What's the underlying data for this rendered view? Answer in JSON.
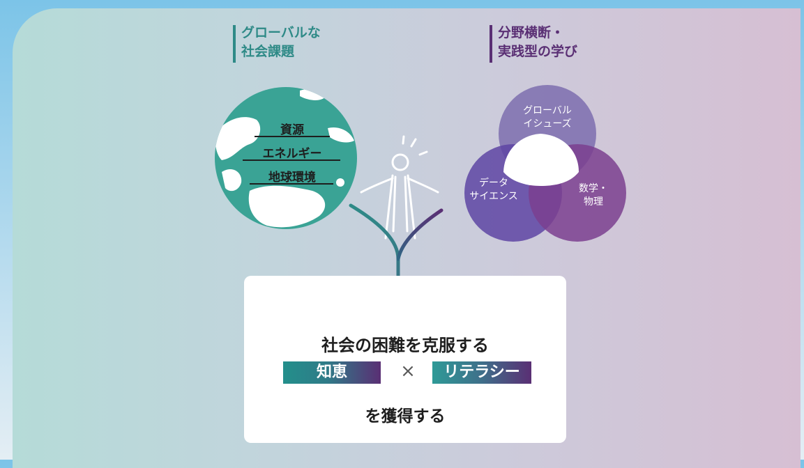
{
  "headings": {
    "left": [
      "グローバルな",
      "社会課題"
    ],
    "right": [
      "分野横断・",
      "実践型の学び"
    ]
  },
  "globe": {
    "words": [
      "資源",
      "エネルギー",
      "地球環境"
    ]
  },
  "venn": {
    "top": [
      "グローバル",
      "イシューズ"
    ],
    "left": [
      "データ",
      "サイエンス"
    ],
    "right": [
      "数学・",
      "物理"
    ]
  },
  "result": {
    "line1": "社会の困難を克服する",
    "tag_left": "知恵",
    "times": "×",
    "tag_right": "リテラシー",
    "line3": "を獲得する"
  },
  "colors": {
    "teal": "#2e8a87",
    "purple": "#5a2f74",
    "globe_sea": "#3aa395",
    "venn_top": "#8577b3",
    "venn_left": "#5e45a3",
    "venn_right": "#7b3f8f"
  }
}
